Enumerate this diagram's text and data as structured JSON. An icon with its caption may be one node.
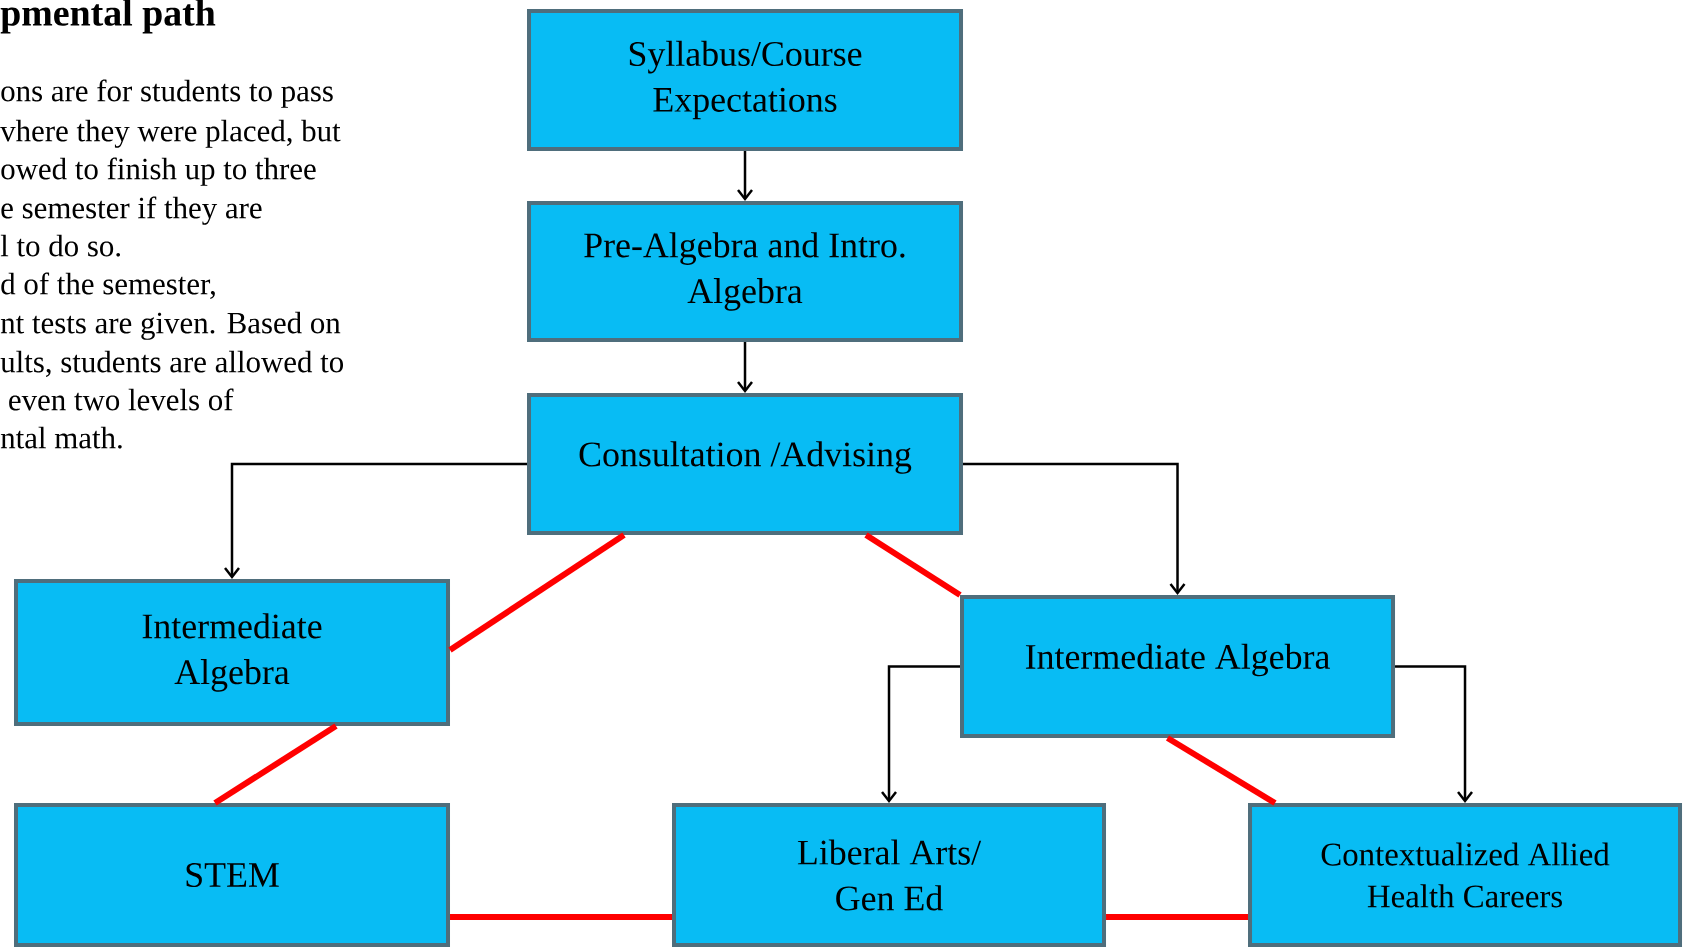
{
  "diagram": {
    "title": "pmental path",
    "nodes": [
      {
        "text": [
          "Syllabus/Course Expectations"
        ]
      },
      {
        "text": [
          "Pre-Algebra and Intro. Algebra"
        ]
      },
      {
        "text": [
          "Consultation /Advising"
        ]
      },
      {
        "text": [
          "Intermediate Algebra"
        ]
      },
      {
        "text": [
          "Intermediate Algebra"
        ]
      },
      {
        "text": [
          "STEM"
        ]
      },
      {
        "text": [
          "Liberal Arts/ Gen Ed"
        ]
      },
      {
        "text": [
          "Contextualized Allied Health Careers"
        ]
      }
    ],
    "edges": [
      {
        "from": 0,
        "to": 1,
        "arrow": "to"
      },
      {
        "from": 1,
        "to": 2,
        "arrow": "to"
      },
      {
        "from": 2,
        "to": 3,
        "arrow": "to"
      },
      {
        "from": 2,
        "to": 4,
        "arrow": "to"
      },
      {
        "from": 4,
        "to": 6,
        "arrow": "to"
      },
      {
        "from": 4,
        "to": 7,
        "arrow": "to"
      },
      {
        "from": 2,
        "to": 3,
        "arrow": "none",
        "style": "thick",
        "color": "#ff0000"
      },
      {
        "from": 2,
        "to": 4,
        "arrow": "none",
        "style": "thick",
        "color": "#ff0000"
      },
      {
        "from": 3,
        "to": 5,
        "arrow": "none",
        "style": "thick",
        "color": "#ff0000"
      },
      {
        "from": 4,
        "to": 7,
        "arrow": "none",
        "style": "thick",
        "color": "#ff0000"
      },
      {
        "from": 5,
        "to": 6,
        "arrow": "none",
        "style": "thick",
        "color": "#ff0000"
      },
      {
        "from": 6,
        "to": 7,
        "arrow": "none",
        "style": "thick",
        "color": "#ff0000"
      }
    ],
    "labels": [
      "ons are for students to pass",
      "vhere they were placed, but",
      "owed to finish up to three",
      "e semester if they are",
      "l to do so.",
      "d of the semester,",
      "nt tests are given. Based on",
      "ults, students are allowed to",
      " even two levels of",
      "ntal math."
    ]
  }
}
